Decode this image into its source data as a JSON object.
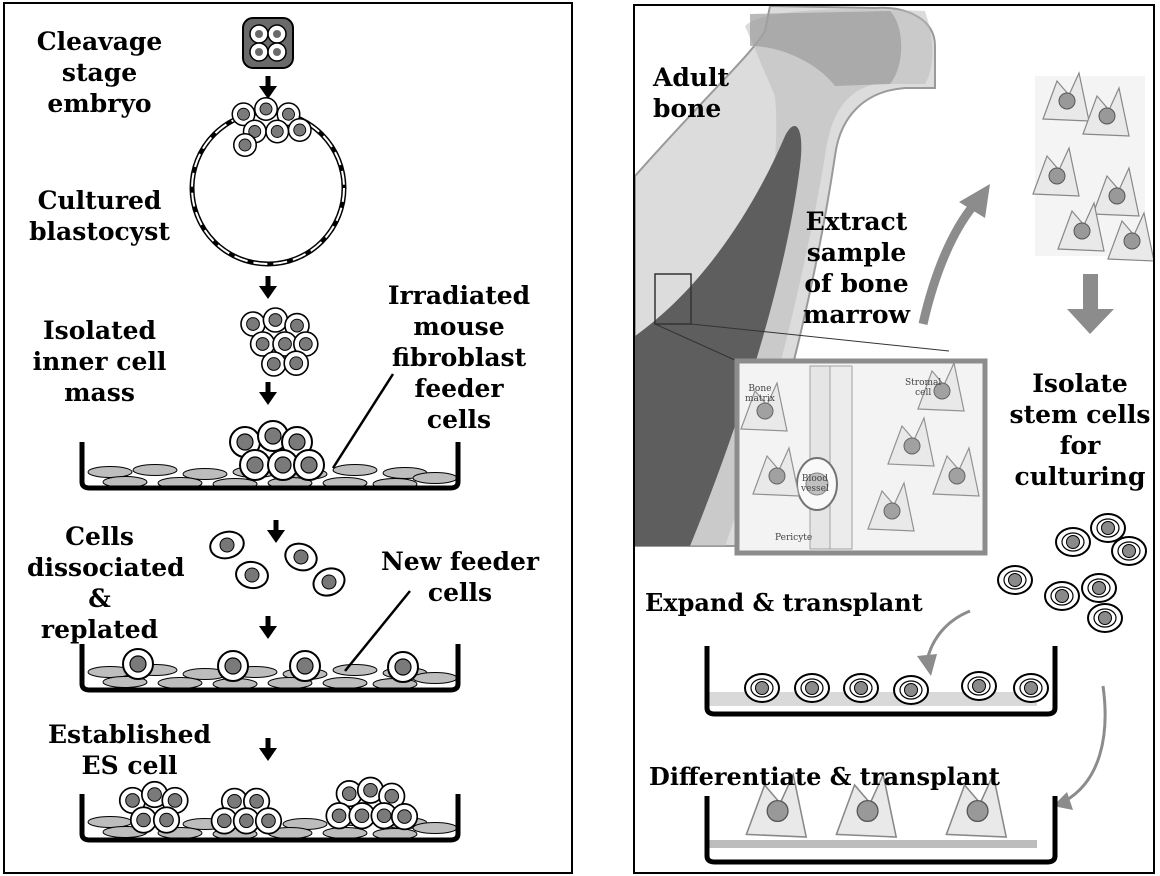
{
  "es_panel": {
    "step1": "Cleavage\nstage\nembryo",
    "step2": "Cultured\nblastocyst",
    "step3": "Isolated\ninner cell\nmass",
    "feeder_label": "Irradiated\nmouse\nfibroblast feeder\ncells",
    "step4": "Cells\ndissociated\n& replated",
    "new_feeder_label": "New feeder\ncells",
    "step5": "Established\nES cell"
  },
  "adult_panel": {
    "bone_label": "Adult\nbone",
    "extract_label": "Extract\nsample\nof bone\nmarrow",
    "inset_labels": {
      "bone_matrix": "Bone\nmatrix",
      "stromal_cell": "Stromal\ncell",
      "blood_vessel": "Blood\nvessel",
      "pericyte": "Pericyte"
    },
    "isolate_label": "Isolate\nstem cells\nfor\nculturing",
    "expand_label": "Expand & transplant",
    "differentiate_label": "Differentiate & transplant"
  },
  "colors": {
    "accent_gray": "#8c8c8c",
    "bone_dark": "#555555",
    "cell_nucleus": "#777777"
  }
}
